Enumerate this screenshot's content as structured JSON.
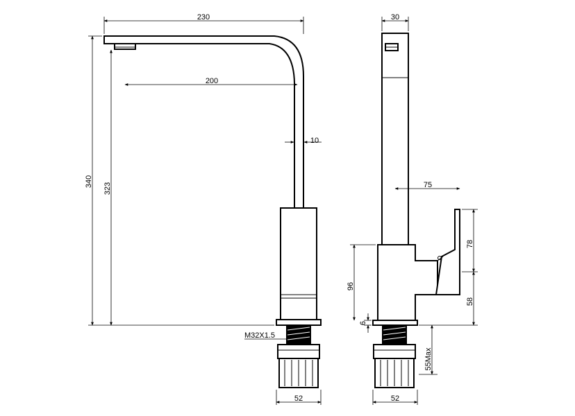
{
  "front_view": {
    "overall_width": "230",
    "spout_reach": "200",
    "spout_thickness": "10",
    "overall_height": "340",
    "outlet_height": "323",
    "thread_spec": "M32X1.5",
    "base_diameter": "52"
  },
  "side_view": {
    "top_width": "30",
    "handle_reach": "75",
    "handle_height": "78",
    "lever_height": "58",
    "body_height": "96",
    "base_thickness": "6",
    "shank_max": "55Max",
    "base_diameter": "52"
  }
}
